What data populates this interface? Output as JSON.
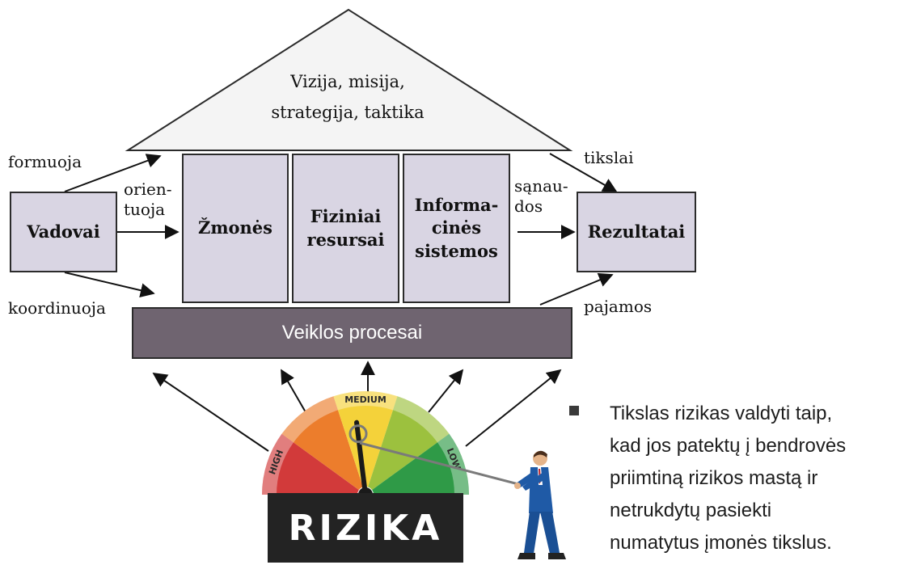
{
  "roof": {
    "line1": "Vizija, misija,",
    "line2": "strategija, taktika"
  },
  "leaders_box": "Vadovai",
  "results_box": "Rezultatai",
  "pillars": {
    "people": "Žmonės",
    "physical_l1": "Fiziniai",
    "physical_l2": "resursai",
    "info_l1": "Informa-",
    "info_l2": "cinės",
    "info_l3": "sistemos"
  },
  "base_label": "Veiklos procesai",
  "arrow_labels": {
    "forms": "formuoja",
    "orients_l1": "orien-",
    "orients_l2": "tuoja",
    "coordinates": "koordinuoja",
    "costs_l1": "sąnau-",
    "costs_l2": "dos",
    "goals": "tikslai",
    "revenue": "pajamos"
  },
  "gauge": {
    "high": "HIGH",
    "medium": "MEDIUM",
    "low": "LOW",
    "sign": "RIZIKA",
    "colors": [
      "#d23a3a",
      "#ec7d2c",
      "#f4d23a",
      "#9cc13e",
      "#2f9a47"
    ]
  },
  "bullet": {
    "line1": "Tikslas rizikas valdyti taip,",
    "line2": "kad jos patektų į bendrovės",
    "line3": "priimtiną rizikos mastą ir",
    "line4": "netrukdytų pasiekti",
    "line5": "numatytus įmonės tikslus."
  }
}
